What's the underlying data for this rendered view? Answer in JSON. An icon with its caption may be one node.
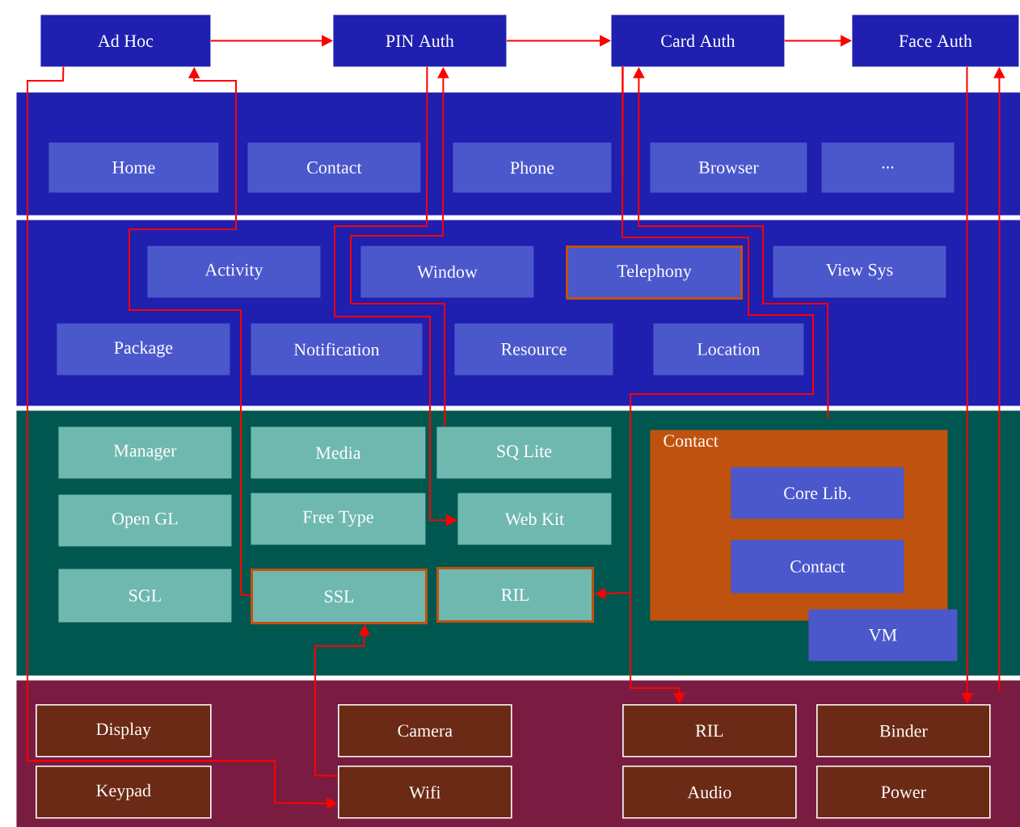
{
  "diagram": {
    "nodes": [
      {
        "text": [
          "Ad Hoc"
        ]
      },
      {
        "text": [
          "PIN Auth"
        ]
      },
      {
        "text": [
          "Card Auth"
        ]
      },
      {
        "text": [
          "Face Auth"
        ]
      },
      {
        "text": [],
        "shape": "band"
      },
      {
        "text": [
          "Home"
        ],
        "in": 4
      },
      {
        "text": [
          "Contact"
        ],
        "in": 4
      },
      {
        "text": [
          "Phone"
        ],
        "in": 4
      },
      {
        "text": [
          "Browser"
        ],
        "in": 4
      },
      {
        "text": [
          "..."
        ],
        "in": 4
      },
      {
        "text": [],
        "shape": "band"
      },
      {
        "text": [
          "Activity"
        ],
        "in": 10
      },
      {
        "text": [
          "Window"
        ],
        "in": 10
      },
      {
        "text": [
          "Telephony"
        ],
        "in": 10
      },
      {
        "text": [
          "View Sys"
        ],
        "in": 10
      },
      {
        "text": [
          "Package"
        ],
        "in": 10
      },
      {
        "text": [
          "Notification"
        ],
        "in": 10
      },
      {
        "text": [
          "Resource"
        ],
        "in": 10
      },
      {
        "text": [
          "Location"
        ],
        "in": 10
      },
      {
        "text": [],
        "shape": "band"
      },
      {
        "text": [
          "Manager"
        ],
        "in": 19
      },
      {
        "text": [
          "Media"
        ],
        "in": 19
      },
      {
        "text": [
          "SQ Lite"
        ],
        "in": 19
      },
      {
        "text": [
          "Contact"
        ],
        "in": 19
      },
      {
        "text": [
          "Core Lib."
        ],
        "in": 23
      },
      {
        "text": [
          "Contact"
        ],
        "in": 23
      },
      {
        "text": [
          "Open GL"
        ],
        "in": 19
      },
      {
        "text": [
          "Free Type"
        ],
        "in": 19
      },
      {
        "text": [
          "Web Kit"
        ],
        "in": 19
      },
      {
        "text": [
          "SGL"
        ],
        "in": 19
      },
      {
        "text": [
          "SSL"
        ],
        "in": 19
      },
      {
        "text": [
          "RIL"
        ],
        "in": 19
      },
      {
        "text": [
          "VM"
        ],
        "in": 19
      },
      {
        "text": [],
        "shape": "band"
      },
      {
        "text": [
          "Display"
        ],
        "in": 33
      },
      {
        "text": [
          "Camera"
        ],
        "in": 33
      },
      {
        "text": [
          "RIL"
        ],
        "in": 33
      },
      {
        "text": [
          "Binder"
        ],
        "in": 33
      },
      {
        "text": [
          "Keypad"
        ],
        "in": 33
      },
      {
        "text": [
          "Wifi"
        ],
        "in": 33
      },
      {
        "text": [
          "Audio"
        ],
        "in": 33
      },
      {
        "text": [
          "Power"
        ],
        "in": 33
      }
    ],
    "edges": [
      {
        "from": 0,
        "to": 1,
        "arrow": "to"
      },
      {
        "from": 1,
        "to": 2,
        "arrow": "to"
      },
      {
        "from": 2,
        "to": 3,
        "arrow": "to"
      },
      {
        "from": 0,
        "to": 39,
        "arrow": "to"
      },
      {
        "from": 30,
        "to": 0,
        "arrow": "to"
      },
      {
        "from": 1,
        "to": 28,
        "arrow": "to"
      },
      {
        "from": 22,
        "to": 1,
        "arrow": "to"
      },
      {
        "from": 39,
        "to": 30,
        "arrow": "to"
      },
      {
        "from": 2,
        "to": 36,
        "arrow": "to"
      },
      {
        "from": 2,
        "to": 31,
        "arrow": "to"
      },
      {
        "from": 19,
        "to": 2,
        "arrow": "to"
      },
      {
        "from": 3,
        "to": 37,
        "arrow": "to"
      },
      {
        "from": 33,
        "to": 3,
        "arrow": "to"
      }
    ]
  }
}
